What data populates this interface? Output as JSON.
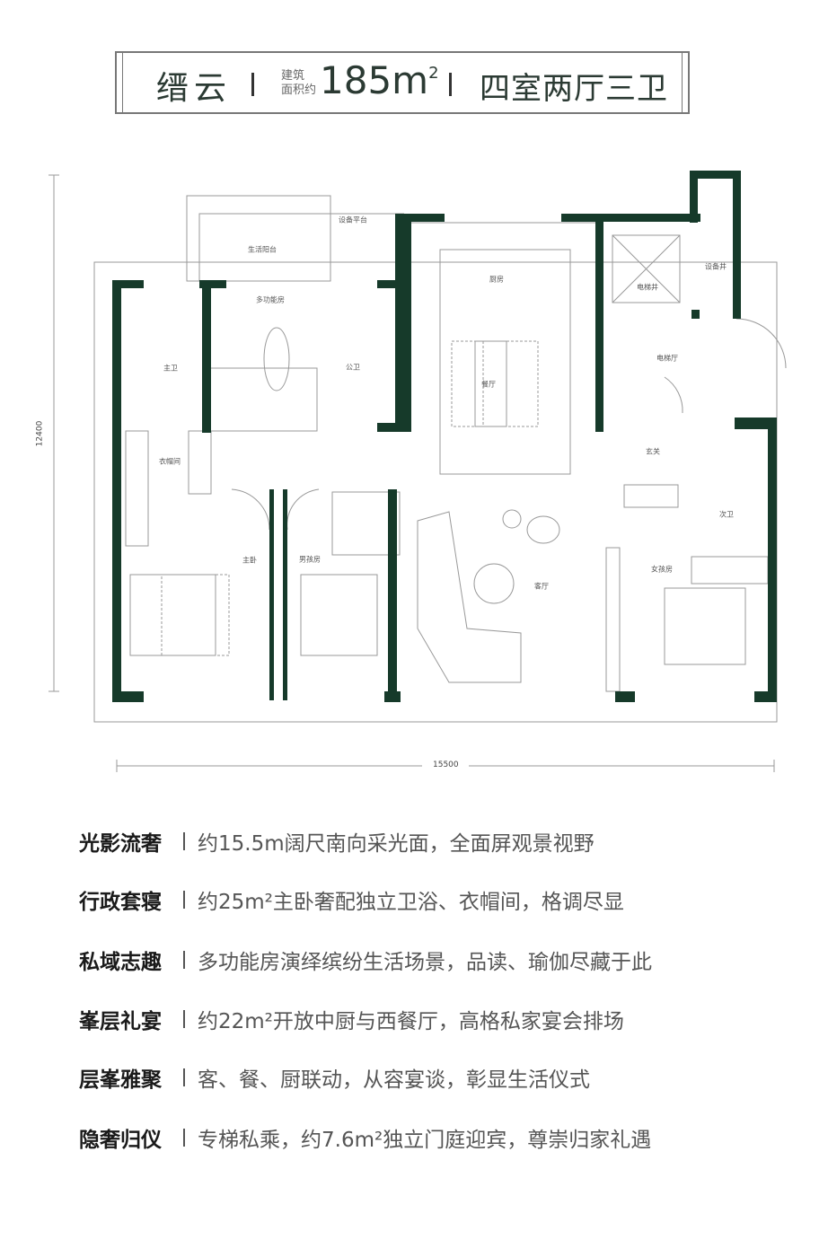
{
  "header": {
    "name": "缙云",
    "area_label_1": "建筑",
    "area_label_2": "面积约",
    "area_value": "185m",
    "area_unit_sup": "2",
    "layout": "四室两厅三卫"
  },
  "rooms": {
    "balcony": "生活阳台",
    "equip_platform": "设备平台",
    "multi": "多功能房",
    "master_bath": "主卫",
    "public_bath": "公卫",
    "closet": "衣帽间",
    "kitchen": "厨房",
    "dining": "餐厅",
    "elevator_shaft": "电梯井",
    "equip_shaft": "设备井",
    "elevator_hall": "电梯厅",
    "foyer": "玄关",
    "second_bath": "次卫",
    "girl_room": "女孩房",
    "master_bed": "主卧",
    "boy_room": "男孩房",
    "living": "客厅"
  },
  "dimensions": {
    "depth": "12400",
    "width": "15500"
  },
  "features": [
    {
      "title": "光影流奢",
      "desc": "约15.5m阔尺南向采光面，全面屏观景视野"
    },
    {
      "title": "行政套寝",
      "desc": "约25m²主卧奢配独立卫浴、衣帽间，格调尽显"
    },
    {
      "title": "私域志趣",
      "desc": "多功能房演绎缤纷生活场景，品读、瑜伽尽藏于此"
    },
    {
      "title": "峯层礼宴",
      "desc": "约22m²开放中厨与西餐厅，高格私家宴会排场"
    },
    {
      "title": "层峯雅聚",
      "desc": "客、餐、厨联动，从容宴谈，彰显生活仪式"
    },
    {
      "title": "隐奢归仪",
      "desc": "专梯私乘，约7.6m²独立门庭迎宾，尊崇归家礼遇"
    }
  ],
  "colors": {
    "wall": "#163a2a",
    "line": "#888888"
  }
}
